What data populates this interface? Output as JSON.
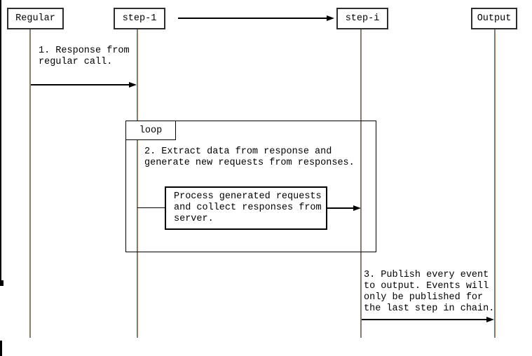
{
  "colors": {
    "background": "#ffffff",
    "box_border": "#2e2e2e",
    "line": "#000000",
    "lifeline_left": "#4f7ea8",
    "lifeline_right": "#b97b2e",
    "text": "#000000"
  },
  "participants": [
    {
      "label": "Regular"
    },
    {
      "label": "step-1"
    },
    {
      "label": "step-i"
    },
    {
      "label": "Output"
    }
  ],
  "loop": {
    "label": "loop"
  },
  "messages": {
    "msg1": "1. Response from\nregular call.",
    "msg2": "2. Extract data from response and\ngenerate new requests from responses.",
    "process_box": "Process generated requests\nand collect responses from\nserver.",
    "msg3": "3. Publish every event\nto output. Events will\nonly be published for\nthe last step in chain."
  }
}
